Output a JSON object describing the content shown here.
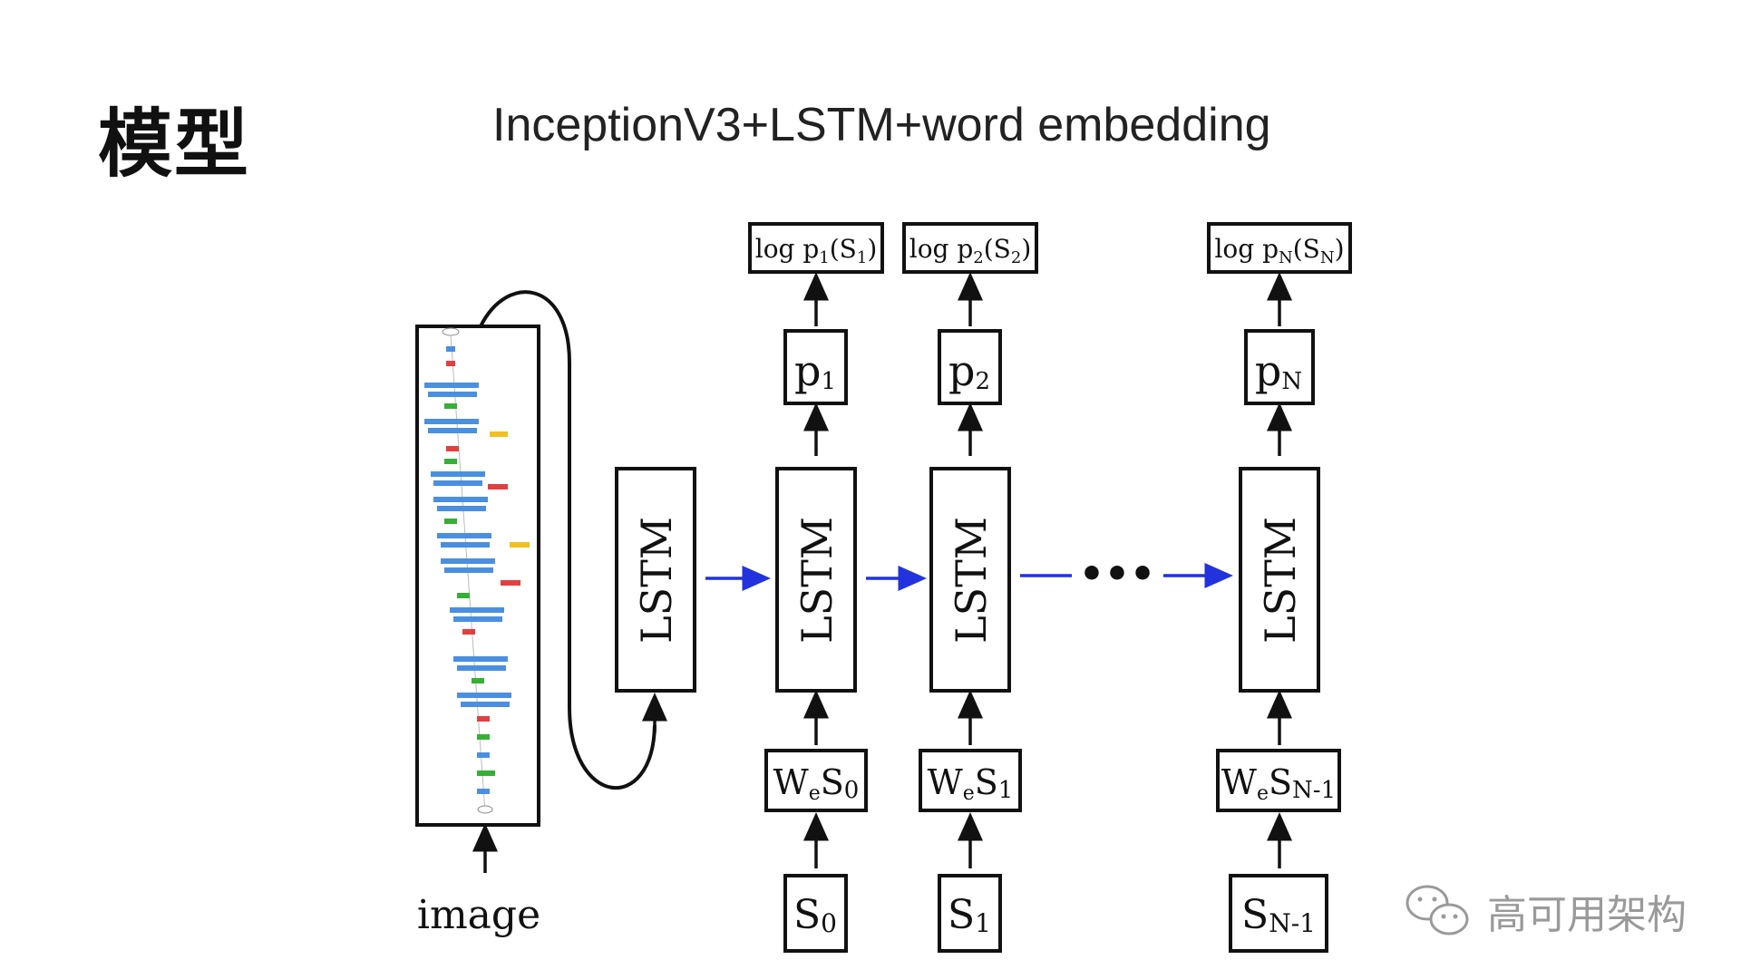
{
  "slide": {
    "title": "模型",
    "subtitle": "InceptionV3+LSTM+word embedding"
  },
  "diagram": {
    "image_label": "image",
    "lstm_label": "LSTM",
    "ellipsis": "•••",
    "log_probs": [
      "log p₁(S₁)",
      "log p₂(S₂)",
      "log pₙ(Sₙ)"
    ],
    "log_prob_parts": [
      {
        "pre": "log p",
        "s1": "1",
        "mid": "(S",
        "s2": "1",
        "post": ")"
      },
      {
        "pre": "log p",
        "s1": "2",
        "mid": "(S",
        "s2": "2",
        "post": ")"
      },
      {
        "pre": "log p",
        "s1": "N",
        "mid": "(S",
        "s2": "N",
        "post": ")"
      }
    ],
    "probs": [
      {
        "base": "p",
        "sub": "1"
      },
      {
        "base": "p",
        "sub": "2"
      },
      {
        "base": "p",
        "sub": "N"
      }
    ],
    "embeddings": [
      {
        "w": "W",
        "e": "e",
        "s": "S",
        "sub": "0"
      },
      {
        "w": "W",
        "e": "e",
        "s": "S",
        "sub": "1"
      },
      {
        "w": "W",
        "e": "e",
        "s": "S",
        "sub": "N-1"
      }
    ],
    "inputs": [
      {
        "base": "S",
        "sub": "0"
      },
      {
        "base": "S",
        "sub": "1"
      },
      {
        "base": "S",
        "sub": "N-1"
      }
    ],
    "colors": {
      "recurrent_arrow": "#2233dd",
      "box_stroke": "#111111"
    }
  },
  "watermark": {
    "text": "高可用架构",
    "icon": "wechat-icon"
  }
}
